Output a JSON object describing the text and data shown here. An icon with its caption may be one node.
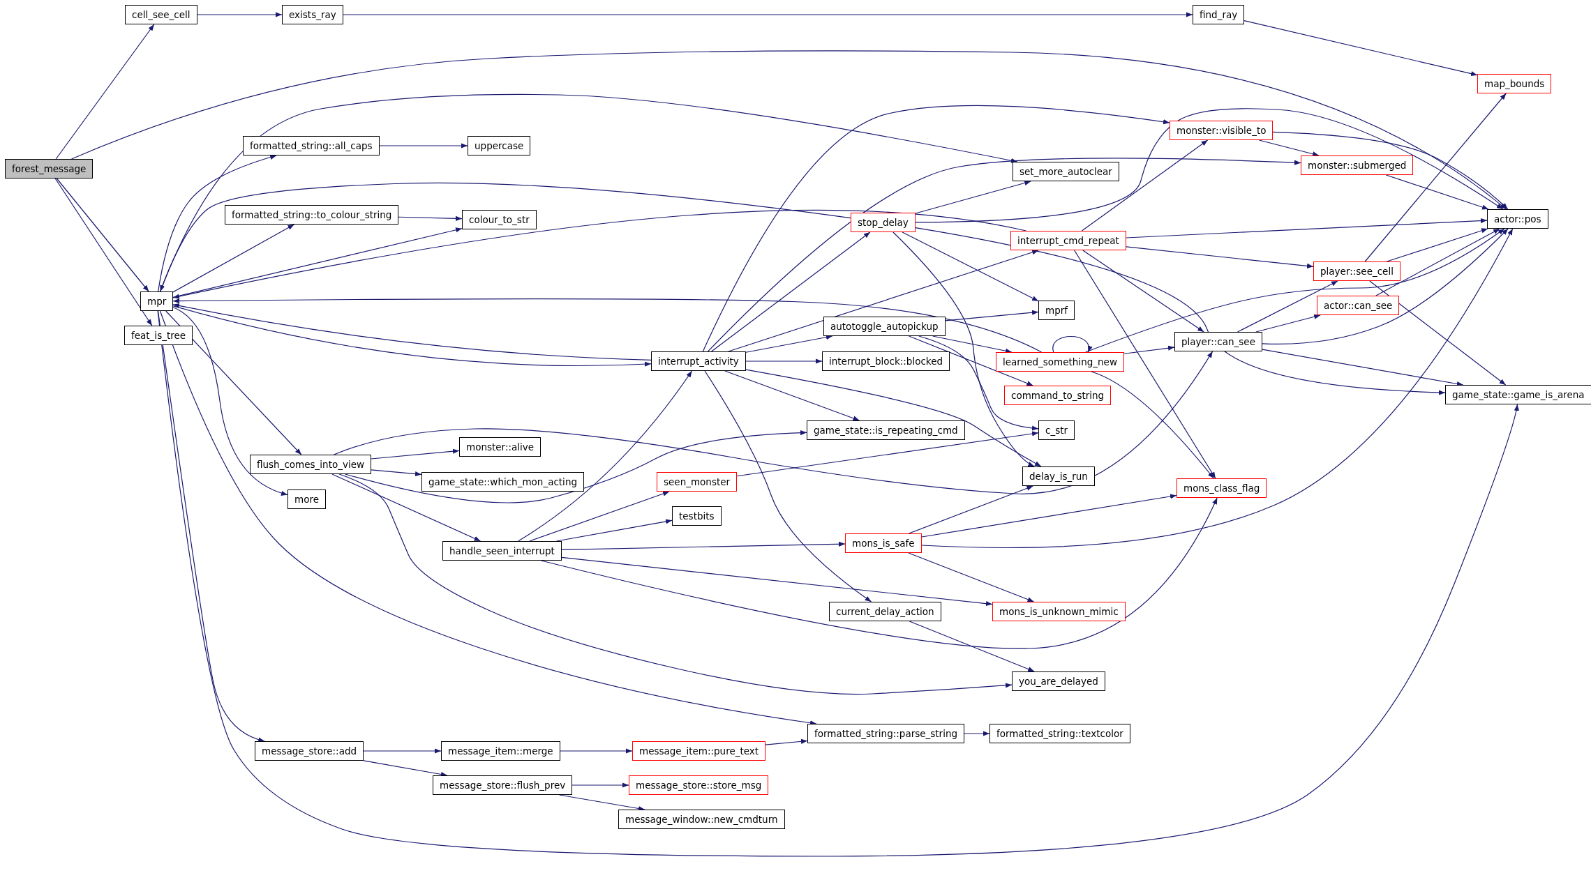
{
  "diagram": {
    "nodes": [
      {
        "text": [
          "forest_message"
        ]
      },
      {
        "text": [
          "cell_see_cell"
        ]
      },
      {
        "text": [
          "exists_ray"
        ]
      },
      {
        "text": [
          "find_ray"
        ]
      },
      {
        "text": [
          "map_bounds"
        ]
      },
      {
        "text": [
          "mpr"
        ]
      },
      {
        "text": [
          "feat_is_tree"
        ]
      },
      {
        "text": [
          "formatted_string::all_caps"
        ]
      },
      {
        "text": [
          "uppercase"
        ]
      },
      {
        "text": [
          "formatted_string::to_colour_string"
        ]
      },
      {
        "text": [
          "colour_to_str"
        ]
      },
      {
        "text": [
          "set_more_autoclear"
        ]
      },
      {
        "text": [
          "monster::visible_to"
        ]
      },
      {
        "text": [
          "monster::submerged"
        ]
      },
      {
        "text": [
          "actor::pos"
        ]
      },
      {
        "text": [
          "stop_delay"
        ]
      },
      {
        "text": [
          "interrupt_cmd_repeat"
        ]
      },
      {
        "text": [
          "player::see_cell"
        ]
      },
      {
        "text": [
          "actor::can_see"
        ]
      },
      {
        "text": [
          "mprf"
        ]
      },
      {
        "text": [
          "autotoggle_autopickup"
        ]
      },
      {
        "text": [
          "learned_something_new"
        ]
      },
      {
        "text": [
          "player::can_see"
        ]
      },
      {
        "text": [
          "game_state::game_is_arena"
        ]
      },
      {
        "text": [
          "interrupt_activity"
        ]
      },
      {
        "text": [
          "interrupt_block::blocked"
        ]
      },
      {
        "text": [
          "command_to_string"
        ]
      },
      {
        "text": [
          "flush_comes_into_view"
        ]
      },
      {
        "text": [
          "monster::alive"
        ]
      },
      {
        "text": [
          "game_state::is_repeating_cmd"
        ]
      },
      {
        "text": [
          "c_str"
        ]
      },
      {
        "text": [
          "game_state::which_mon_acting"
        ]
      },
      {
        "text": [
          "seen_monster"
        ]
      },
      {
        "text": [
          "delay_is_run"
        ]
      },
      {
        "text": [
          "mons_class_flag"
        ]
      },
      {
        "text": [
          "more"
        ]
      },
      {
        "text": [
          "testbits"
        ]
      },
      {
        "text": [
          "handle_seen_interrupt"
        ]
      },
      {
        "text": [
          "mons_is_safe"
        ]
      },
      {
        "text": [
          "current_delay_action"
        ]
      },
      {
        "text": [
          "mons_is_unknown_mimic"
        ]
      },
      {
        "text": [
          "you_are_delayed"
        ]
      },
      {
        "text": [
          "message_store::add"
        ]
      },
      {
        "text": [
          "message_item::merge"
        ]
      },
      {
        "text": [
          "message_item::pure_text"
        ]
      },
      {
        "text": [
          "formatted_string::parse_string"
        ]
      },
      {
        "text": [
          "formatted_string::textcolor"
        ]
      },
      {
        "text": [
          "message_store::flush_prev"
        ]
      },
      {
        "text": [
          "message_store::store_msg"
        ]
      },
      {
        "text": [
          "message_window::new_cmdturn"
        ]
      }
    ],
    "edges": [
      {
        "from": 0,
        "to": 1,
        "arrow": "to"
      },
      {
        "from": 0,
        "to": 14,
        "arrow": "to"
      },
      {
        "from": 0,
        "to": 5,
        "arrow": "to"
      },
      {
        "from": 0,
        "to": 6,
        "arrow": "to"
      },
      {
        "from": 1,
        "to": 2,
        "arrow": "to"
      },
      {
        "from": 2,
        "to": 3,
        "arrow": "to"
      },
      {
        "from": 3,
        "to": 4,
        "arrow": "to"
      },
      {
        "from": 5,
        "to": 7,
        "arrow": "to"
      },
      {
        "from": 5,
        "to": 9,
        "arrow": "to"
      },
      {
        "from": 5,
        "to": 10,
        "arrow": "to"
      },
      {
        "from": 5,
        "to": 11,
        "arrow": "to"
      },
      {
        "from": 5,
        "to": 24,
        "arrow": "to"
      },
      {
        "from": 5,
        "to": 27,
        "arrow": "to"
      },
      {
        "from": 5,
        "to": 35,
        "arrow": "to"
      },
      {
        "from": 5,
        "to": 42,
        "arrow": "to"
      },
      {
        "from": 5,
        "to": 45,
        "arrow": "to"
      },
      {
        "from": 5,
        "to": 23,
        "arrow": "to"
      },
      {
        "from": 7,
        "to": 8,
        "arrow": "to"
      },
      {
        "from": 9,
        "to": 10,
        "arrow": "to"
      },
      {
        "from": 15,
        "to": 5,
        "arrow": "to"
      },
      {
        "from": 16,
        "to": 5,
        "arrow": "to"
      },
      {
        "from": 21,
        "to": 5,
        "arrow": "to"
      },
      {
        "from": 24,
        "to": 5,
        "arrow": "to"
      },
      {
        "from": 15,
        "to": 11,
        "arrow": "to"
      },
      {
        "from": 15,
        "to": 14,
        "arrow": "to"
      },
      {
        "from": 15,
        "to": 19,
        "arrow": "to"
      },
      {
        "from": 15,
        "to": 23,
        "arrow": "to"
      },
      {
        "from": 15,
        "to": 33,
        "arrow": "to"
      },
      {
        "from": 16,
        "to": 12,
        "arrow": "to"
      },
      {
        "from": 16,
        "to": 14,
        "arrow": "to"
      },
      {
        "from": 16,
        "to": 17,
        "arrow": "to"
      },
      {
        "from": 16,
        "to": 22,
        "arrow": "to"
      },
      {
        "from": 16,
        "to": 34,
        "arrow": "to"
      },
      {
        "from": 12,
        "to": 14,
        "arrow": "to"
      },
      {
        "from": 12,
        "to": 13,
        "arrow": "to"
      },
      {
        "from": 13,
        "to": 14,
        "arrow": "to"
      },
      {
        "from": 17,
        "to": 4,
        "arrow": "to"
      },
      {
        "from": 17,
        "to": 14,
        "arrow": "to"
      },
      {
        "from": 17,
        "to": 23,
        "arrow": "to"
      },
      {
        "from": 18,
        "to": 14,
        "arrow": "to"
      },
      {
        "from": 22,
        "to": 17,
        "arrow": "to"
      },
      {
        "from": 22,
        "to": 18,
        "arrow": "to"
      },
      {
        "from": 22,
        "to": 14,
        "arrow": "to"
      },
      {
        "from": 22,
        "to": 23,
        "arrow": "to"
      },
      {
        "from": 21,
        "to": 21,
        "arrow": "to"
      },
      {
        "from": 21,
        "to": 22,
        "arrow": "to"
      },
      {
        "from": 21,
        "to": 34,
        "arrow": "to"
      },
      {
        "from": 21,
        "to": 14,
        "arrow": "to"
      },
      {
        "from": 20,
        "to": 19,
        "arrow": "to"
      },
      {
        "from": 20,
        "to": 21,
        "arrow": "to"
      },
      {
        "from": 20,
        "to": 26,
        "arrow": "to"
      },
      {
        "from": 20,
        "to": 30,
        "arrow": "to"
      },
      {
        "from": 24,
        "to": 12,
        "arrow": "to"
      },
      {
        "from": 24,
        "to": 13,
        "arrow": "to"
      },
      {
        "from": 24,
        "to": 15,
        "arrow": "to"
      },
      {
        "from": 24,
        "to": 16,
        "arrow": "to"
      },
      {
        "from": 24,
        "to": 20,
        "arrow": "to"
      },
      {
        "from": 24,
        "to": 25,
        "arrow": "to"
      },
      {
        "from": 24,
        "to": 29,
        "arrow": "to"
      },
      {
        "from": 24,
        "to": 33,
        "arrow": "to"
      },
      {
        "from": 24,
        "to": 39,
        "arrow": "to"
      },
      {
        "from": 27,
        "to": 28,
        "arrow": "to"
      },
      {
        "from": 27,
        "to": 31,
        "arrow": "to"
      },
      {
        "from": 27,
        "to": 37,
        "arrow": "to"
      },
      {
        "from": 27,
        "to": 29,
        "arrow": "to"
      },
      {
        "from": 27,
        "to": 22,
        "arrow": "to"
      },
      {
        "from": 27,
        "to": 41,
        "arrow": "to"
      },
      {
        "from": 37,
        "to": 24,
        "arrow": "to"
      },
      {
        "from": 37,
        "to": 32,
        "arrow": "to"
      },
      {
        "from": 37,
        "to": 36,
        "arrow": "to"
      },
      {
        "from": 37,
        "to": 38,
        "arrow": "to"
      },
      {
        "from": 37,
        "to": 40,
        "arrow": "to"
      },
      {
        "from": 37,
        "to": 34,
        "arrow": "to"
      },
      {
        "from": 32,
        "to": 30,
        "arrow": "to"
      },
      {
        "from": 38,
        "to": 33,
        "arrow": "to"
      },
      {
        "from": 38,
        "to": 34,
        "arrow": "to"
      },
      {
        "from": 38,
        "to": 14,
        "arrow": "to"
      },
      {
        "from": 38,
        "to": 40,
        "arrow": "to"
      },
      {
        "from": 39,
        "to": 41,
        "arrow": "to"
      },
      {
        "from": 42,
        "to": 43,
        "arrow": "to"
      },
      {
        "from": 42,
        "to": 47,
        "arrow": "to"
      },
      {
        "from": 43,
        "to": 44,
        "arrow": "to"
      },
      {
        "from": 44,
        "to": 45,
        "arrow": "to"
      },
      {
        "from": 45,
        "to": 46,
        "arrow": "to"
      },
      {
        "from": 47,
        "to": 48,
        "arrow": "to"
      },
      {
        "from": 47,
        "to": 49,
        "arrow": "to"
      }
    ]
  }
}
